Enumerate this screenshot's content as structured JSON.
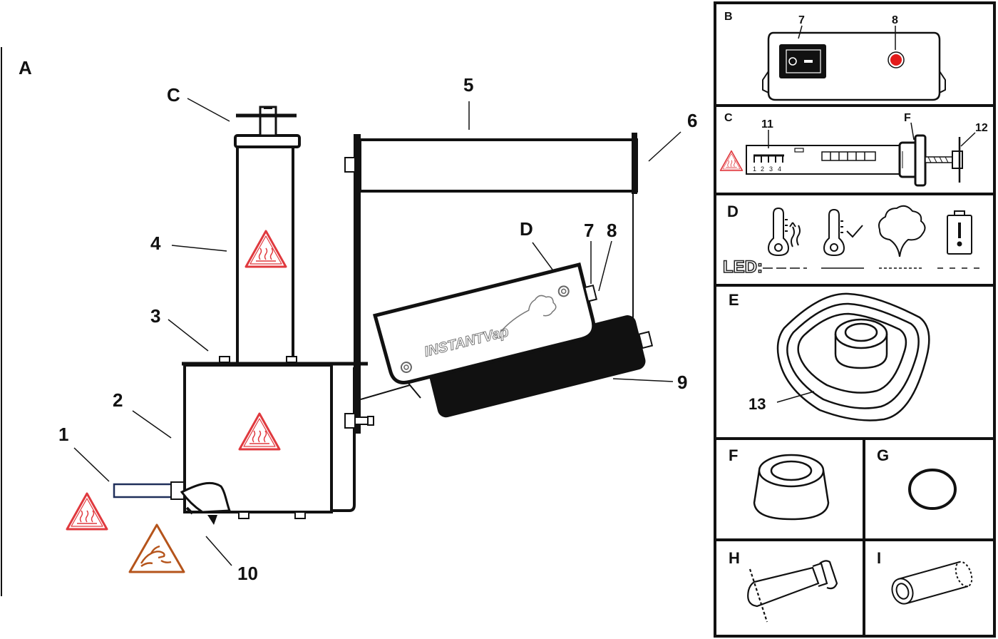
{
  "panel_a": {
    "label": "A",
    "callouts": [
      "C",
      "5",
      "6",
      "4",
      "3",
      "2",
      "1",
      "D",
      "7",
      "8",
      "9",
      "10"
    ],
    "brand": "INSTANTVap"
  },
  "panel_b": {
    "label": "B",
    "callouts": [
      "7",
      "8"
    ]
  },
  "panel_c": {
    "label": "C",
    "callouts": [
      "11",
      "F",
      "12"
    ],
    "scale_marks": [
      "1",
      "2",
      "3",
      "4"
    ]
  },
  "panel_d": {
    "label": "D",
    "led_label": "LED:",
    "icons": [
      "thermometer-rising-icon",
      "thermometer-check-icon",
      "vapor-cloud-icon",
      "battery-warning-icon"
    ]
  },
  "panel_e": {
    "label": "E",
    "callouts": [
      "13"
    ]
  },
  "panel_f": {
    "label": "F"
  },
  "panel_g": {
    "label": "G"
  },
  "panel_h": {
    "label": "H"
  },
  "panel_i": {
    "label": "I"
  },
  "colors": {
    "line": "#111111",
    "hot_warning": "#e0393e",
    "hand_warning": "#b5541b",
    "led_red": "#e31b1b",
    "tube_blue": "#1f2f5a"
  }
}
